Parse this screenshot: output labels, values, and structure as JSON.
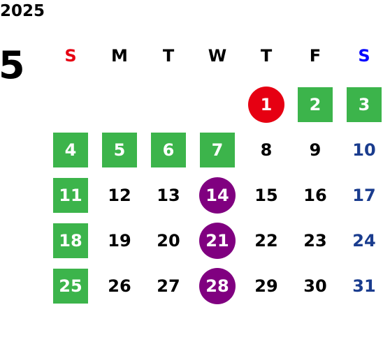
{
  "calendar": {
    "year": "2025",
    "month": "5",
    "weekdays": [
      {
        "label": "S",
        "color": "#e60012"
      },
      {
        "label": "M",
        "color": "#000000"
      },
      {
        "label": "T",
        "color": "#000000"
      },
      {
        "label": "W",
        "color": "#000000"
      },
      {
        "label": "T",
        "color": "#000000"
      },
      {
        "label": "F",
        "color": "#000000"
      },
      {
        "label": "S",
        "color": "#0000ff"
      }
    ],
    "colors": {
      "holiday_green": "#3cb44b",
      "event_purple": "#800080",
      "special_red": "#e60012",
      "saturday_blue": "#1a3c8e",
      "text_black": "#000000",
      "text_white": "#ffffff"
    },
    "days": [
      {
        "day": "1",
        "style": "red-circle"
      },
      {
        "day": "2",
        "style": "green"
      },
      {
        "day": "3",
        "style": "green"
      },
      {
        "day": "4",
        "style": "green"
      },
      {
        "day": "5",
        "style": "green"
      },
      {
        "day": "6",
        "style": "green"
      },
      {
        "day": "7",
        "style": "green"
      },
      {
        "day": "8",
        "style": "plain"
      },
      {
        "day": "9",
        "style": "plain"
      },
      {
        "day": "10",
        "style": "sat"
      },
      {
        "day": "11",
        "style": "green"
      },
      {
        "day": "12",
        "style": "plain"
      },
      {
        "day": "13",
        "style": "plain"
      },
      {
        "day": "14",
        "style": "purple-circle"
      },
      {
        "day": "15",
        "style": "plain"
      },
      {
        "day": "16",
        "style": "plain"
      },
      {
        "day": "17",
        "style": "sat"
      },
      {
        "day": "18",
        "style": "green"
      },
      {
        "day": "19",
        "style": "plain"
      },
      {
        "day": "20",
        "style": "plain"
      },
      {
        "day": "21",
        "style": "purple-circle"
      },
      {
        "day": "22",
        "style": "plain"
      },
      {
        "day": "23",
        "style": "plain"
      },
      {
        "day": "24",
        "style": "sat"
      },
      {
        "day": "25",
        "style": "green"
      },
      {
        "day": "26",
        "style": "plain"
      },
      {
        "day": "27",
        "style": "plain"
      },
      {
        "day": "28",
        "style": "purple-circle"
      },
      {
        "day": "29",
        "style": "plain"
      },
      {
        "day": "30",
        "style": "plain"
      },
      {
        "day": "31",
        "style": "sat"
      }
    ],
    "first_weekday_index": 4
  }
}
